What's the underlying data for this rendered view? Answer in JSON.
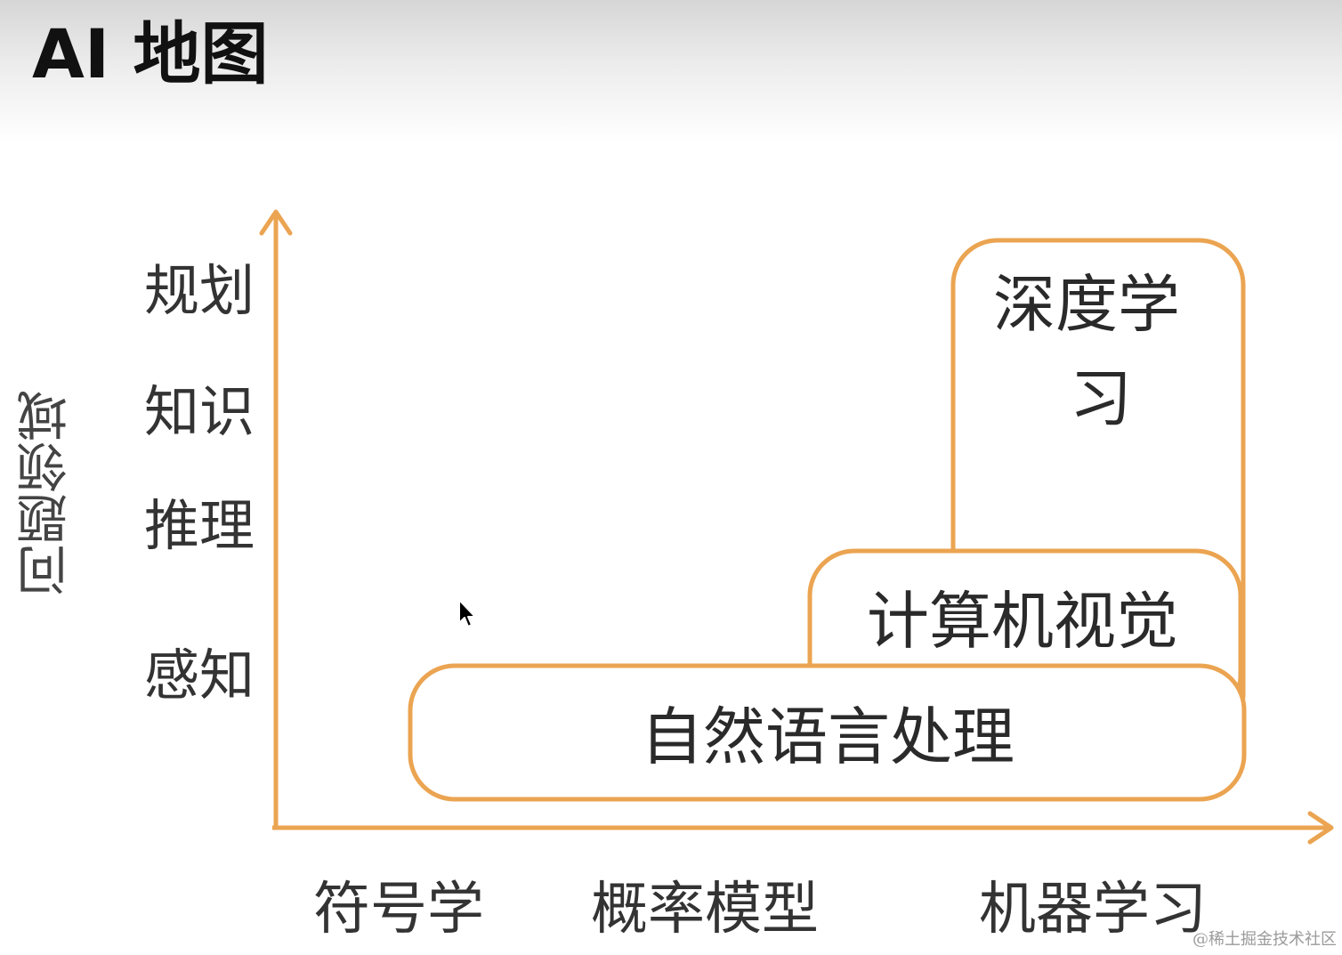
{
  "title": "AI 地图",
  "colors": {
    "accent": "#eba451",
    "text": "#333333"
  },
  "axes": {
    "y_title": "问题领域",
    "y_labels": [
      "规划",
      "知识",
      "推理",
      "感知"
    ],
    "x_labels": [
      "符号学",
      "概率模型",
      "机器学习"
    ]
  },
  "boxes": {
    "deep_learning": {
      "line1": "深度学",
      "line2": "习"
    },
    "computer_vision": "计算机视觉",
    "nlp": "自然语言处理"
  },
  "watermark": "@稀土掘金技术社区",
  "icons": {
    "cursor": "mouse-pointer-icon"
  }
}
